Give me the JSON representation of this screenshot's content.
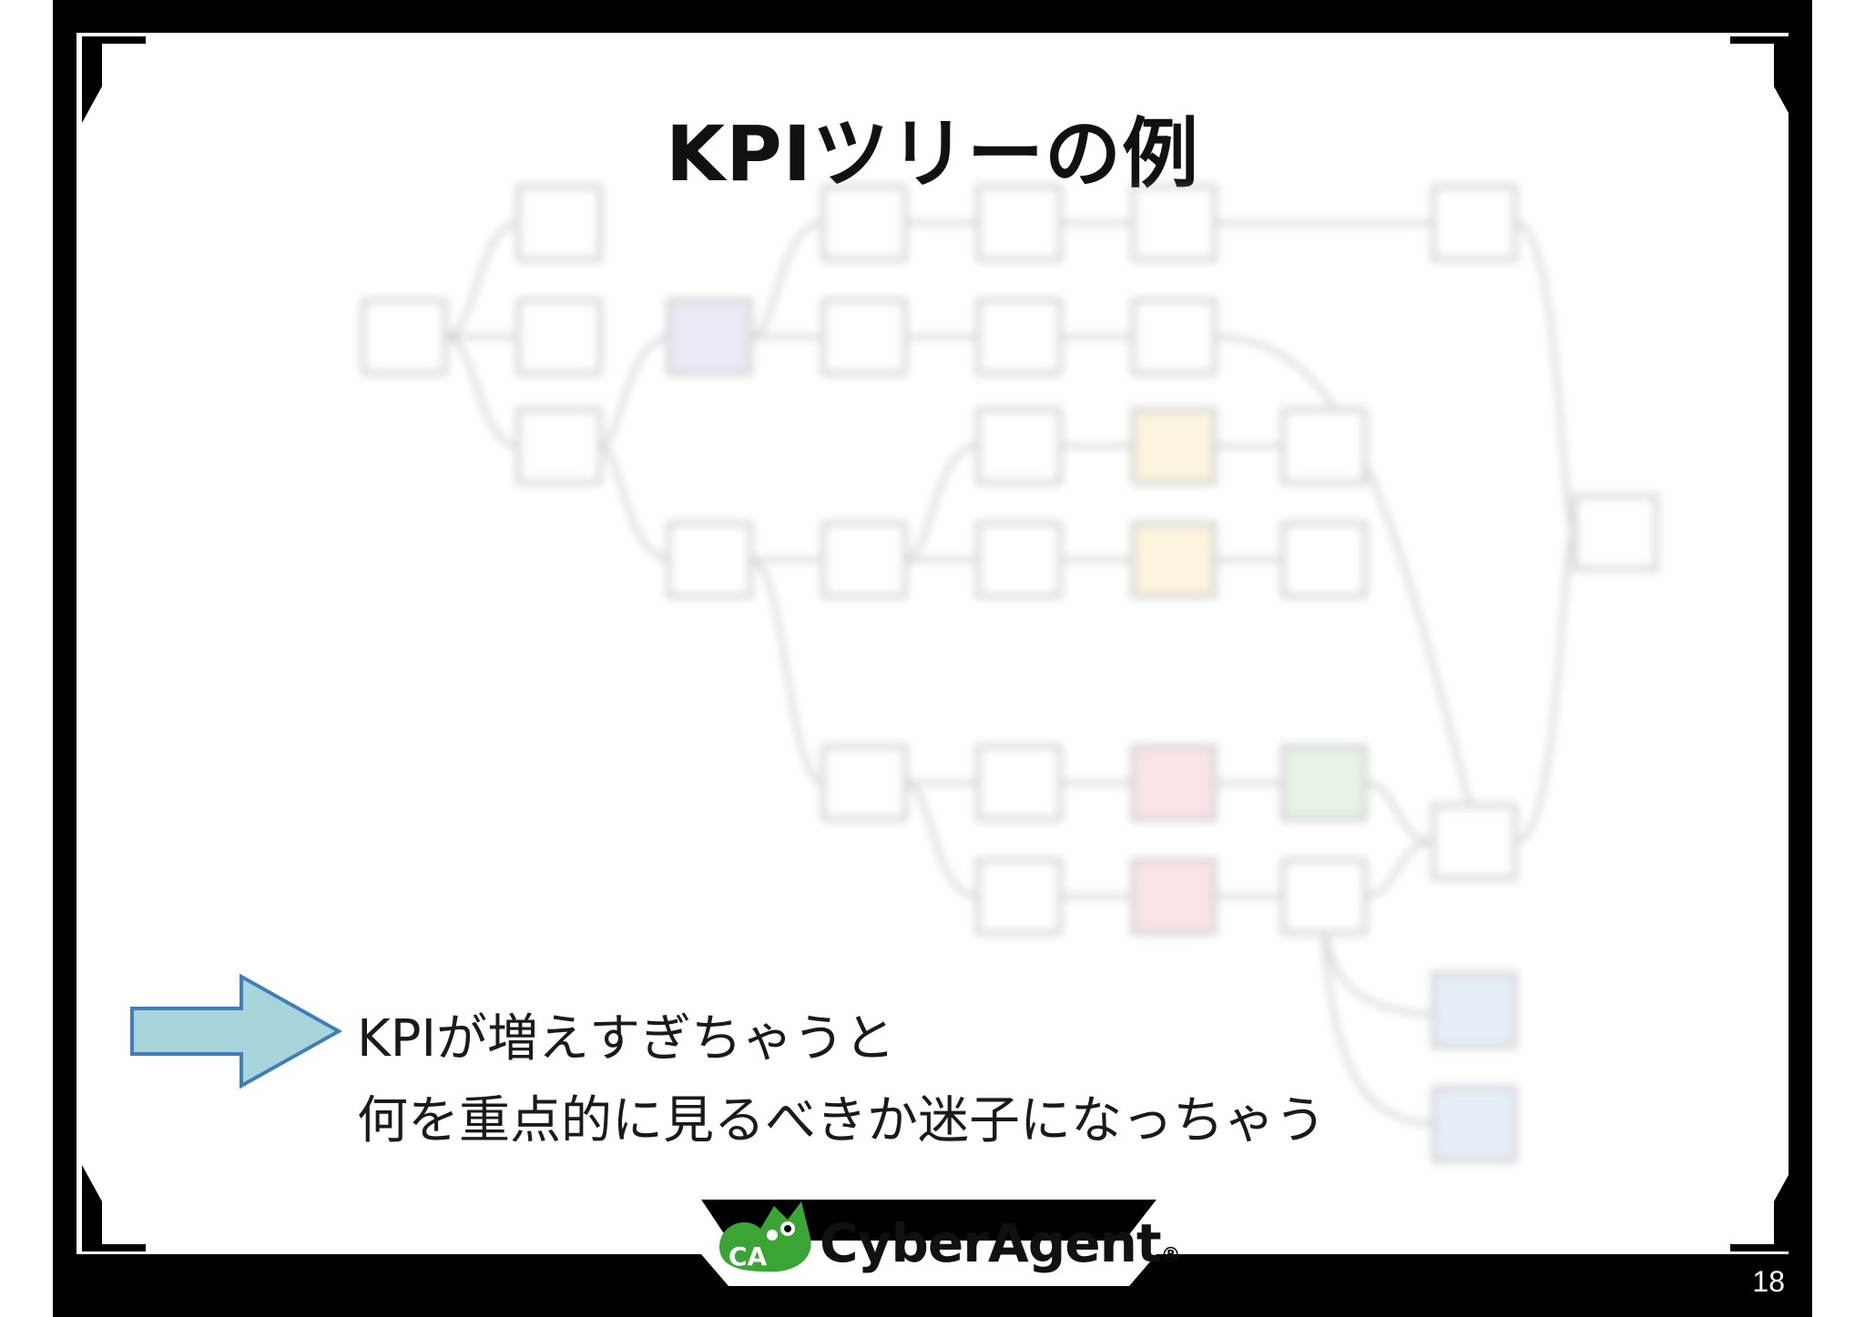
{
  "slide": {
    "title": "KPIツリーの例",
    "message_line1": "KPIが増えすぎちゃうと",
    "message_line2": "何を重点的に見るべきか迷子になっちゃう",
    "logo_text": "CyberAgent",
    "logo_mark": "®",
    "page_number": "18"
  },
  "colors": {
    "frame": "#000000",
    "background": "#ffffff",
    "arrow_fill": "#a8d4dc",
    "arrow_stroke": "#3e7fb8",
    "logo_green": "#3aa535"
  },
  "icons": {
    "arrow": "right-arrow-icon",
    "logo": "cyberagent-logo-icon"
  }
}
